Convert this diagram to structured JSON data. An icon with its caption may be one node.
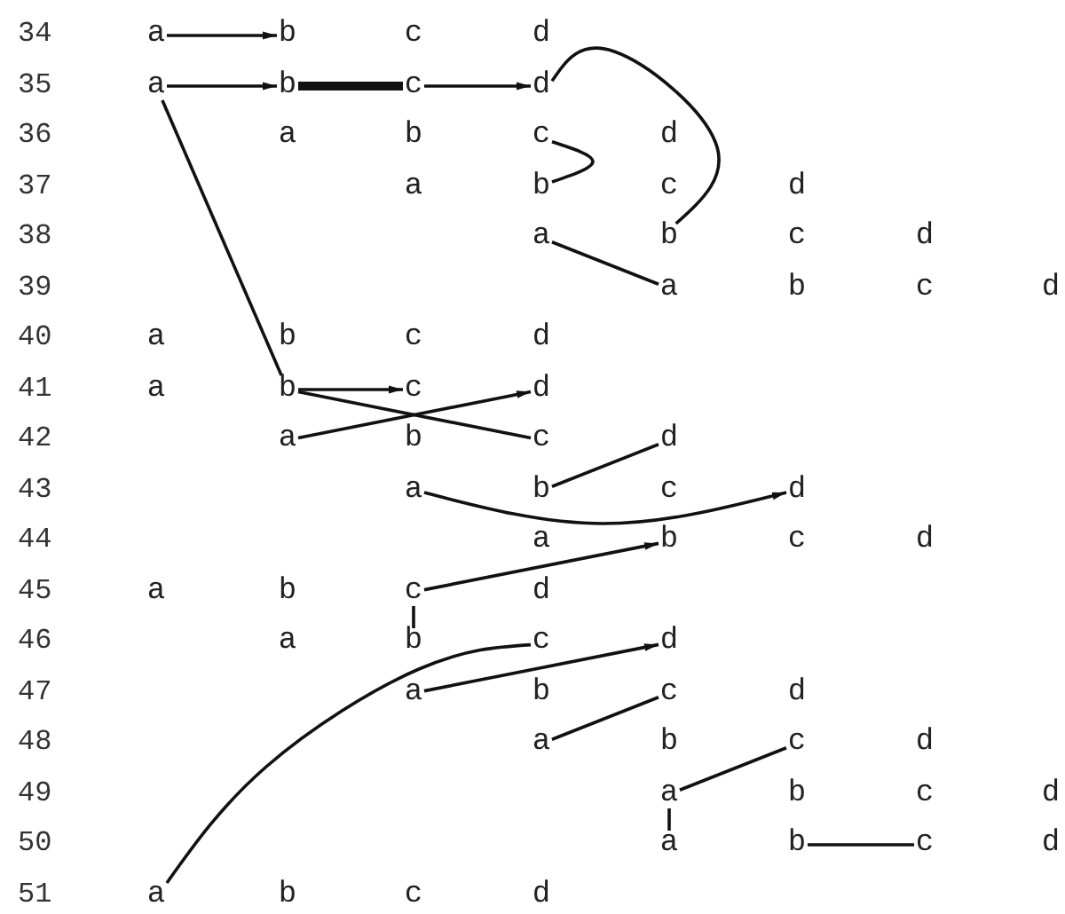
{
  "diagram": {
    "nodes": [
      {
        "text": [
          "a"
        ]
      },
      {
        "text": [
          "b"
        ]
      },
      {
        "text": [
          "c"
        ]
      },
      {
        "text": [
          "d"
        ]
      },
      {
        "text": [
          "a"
        ]
      },
      {
        "text": [
          "b"
        ]
      },
      {
        "text": [
          "c"
        ]
      },
      {
        "text": [
          "d"
        ]
      },
      {
        "text": [
          "a"
        ]
      },
      {
        "text": [
          "b"
        ]
      },
      {
        "text": [
          "c"
        ]
      },
      {
        "text": [
          "d"
        ]
      },
      {
        "text": [
          "a"
        ]
      },
      {
        "text": [
          "b"
        ]
      },
      {
        "text": [
          "c"
        ]
      },
      {
        "text": [
          "d"
        ]
      },
      {
        "text": [
          "a"
        ]
      },
      {
        "text": [
          "b"
        ]
      },
      {
        "text": [
          "c"
        ]
      },
      {
        "text": [
          "d"
        ]
      },
      {
        "text": [
          "a"
        ]
      },
      {
        "text": [
          "b"
        ]
      },
      {
        "text": [
          "c"
        ]
      },
      {
        "text": [
          "d"
        ]
      },
      {
        "text": [
          "a"
        ]
      },
      {
        "text": [
          "b"
        ]
      },
      {
        "text": [
          "c"
        ]
      },
      {
        "text": [
          "d"
        ]
      },
      {
        "text": [
          "a"
        ]
      },
      {
        "text": [
          "b"
        ]
      },
      {
        "text": [
          "c"
        ]
      },
      {
        "text": [
          "d"
        ]
      },
      {
        "text": [
          "a"
        ]
      },
      {
        "text": [
          "b"
        ]
      },
      {
        "text": [
          "c"
        ]
      },
      {
        "text": [
          "d"
        ]
      },
      {
        "text": [
          "a"
        ]
      },
      {
        "text": [
          "b"
        ]
      },
      {
        "text": [
          "c"
        ]
      },
      {
        "text": [
          "d"
        ]
      },
      {
        "text": [
          "a"
        ]
      },
      {
        "text": [
          "b"
        ]
      },
      {
        "text": [
          "c"
        ]
      },
      {
        "text": [
          "d"
        ]
      },
      {
        "text": [
          "a"
        ]
      },
      {
        "text": [
          "b"
        ]
      },
      {
        "text": [
          "c"
        ]
      },
      {
        "text": [
          "d"
        ]
      },
      {
        "text": [
          "a"
        ]
      },
      {
        "text": [
          "b"
        ]
      },
      {
        "text": [
          "c"
        ]
      },
      {
        "text": [
          "d"
        ]
      },
      {
        "text": [
          "a"
        ]
      },
      {
        "text": [
          "b"
        ]
      },
      {
        "text": [
          "c"
        ]
      },
      {
        "text": [
          "d"
        ]
      },
      {
        "text": [
          "a"
        ]
      },
      {
        "text": [
          "b"
        ]
      },
      {
        "text": [
          "c"
        ]
      },
      {
        "text": [
          "d"
        ]
      },
      {
        "text": [
          "a"
        ]
      },
      {
        "text": [
          "b"
        ]
      },
      {
        "text": [
          "c"
        ]
      },
      {
        "text": [
          "d"
        ]
      },
      {
        "text": [
          "a"
        ]
      },
      {
        "text": [
          "b"
        ]
      },
      {
        "text": [
          "c"
        ]
      },
      {
        "text": [
          "d"
        ]
      },
      {
        "text": [
          "a"
        ]
      },
      {
        "text": [
          "b"
        ]
      },
      {
        "text": [
          "c"
        ]
      },
      {
        "text": [
          "d"
        ]
      }
    ],
    "edges": [
      {
        "from": 0,
        "to": 1,
        "arrow": "to"
      },
      {
        "from": 4,
        "to": 5,
        "arrow": "to"
      },
      {
        "from": 5,
        "to": 6,
        "arrow": "none",
        "style": "thick"
      },
      {
        "from": 6,
        "to": 7,
        "arrow": "to"
      },
      {
        "from": 7,
        "to": 17,
        "arrow": "none"
      },
      {
        "from": 10,
        "to": 13,
        "arrow": "none"
      },
      {
        "from": 16,
        "to": 20,
        "arrow": "none"
      },
      {
        "from": 4,
        "to": 29,
        "arrow": "none"
      },
      {
        "from": 29,
        "to": 30,
        "arrow": "to"
      },
      {
        "from": 29,
        "to": 34,
        "arrow": "none"
      },
      {
        "from": 32,
        "to": 31,
        "arrow": "to"
      },
      {
        "from": 37,
        "to": 35,
        "arrow": "none"
      },
      {
        "from": 36,
        "to": 39,
        "arrow": "to"
      },
      {
        "from": 46,
        "to": 41,
        "arrow": "to"
      },
      {
        "from": 46,
        "to": 49,
        "arrow": "none"
      },
      {
        "from": 68,
        "to": 50,
        "arrow": "none"
      },
      {
        "from": 52,
        "to": 51,
        "arrow": "to"
      },
      {
        "from": 56,
        "to": 54,
        "arrow": "none"
      },
      {
        "from": 60,
        "to": 58,
        "arrow": "none"
      },
      {
        "from": 60,
        "to": 64,
        "arrow": "none"
      },
      {
        "from": 65,
        "to": 66,
        "arrow": "none"
      }
    ],
    "labels": [
      "34",
      "35",
      "36",
      "37",
      "38",
      "39",
      "40",
      "41",
      "42",
      "43",
      "44",
      "45",
      "46",
      "47",
      "48",
      "49",
      "50",
      "51"
    ]
  }
}
